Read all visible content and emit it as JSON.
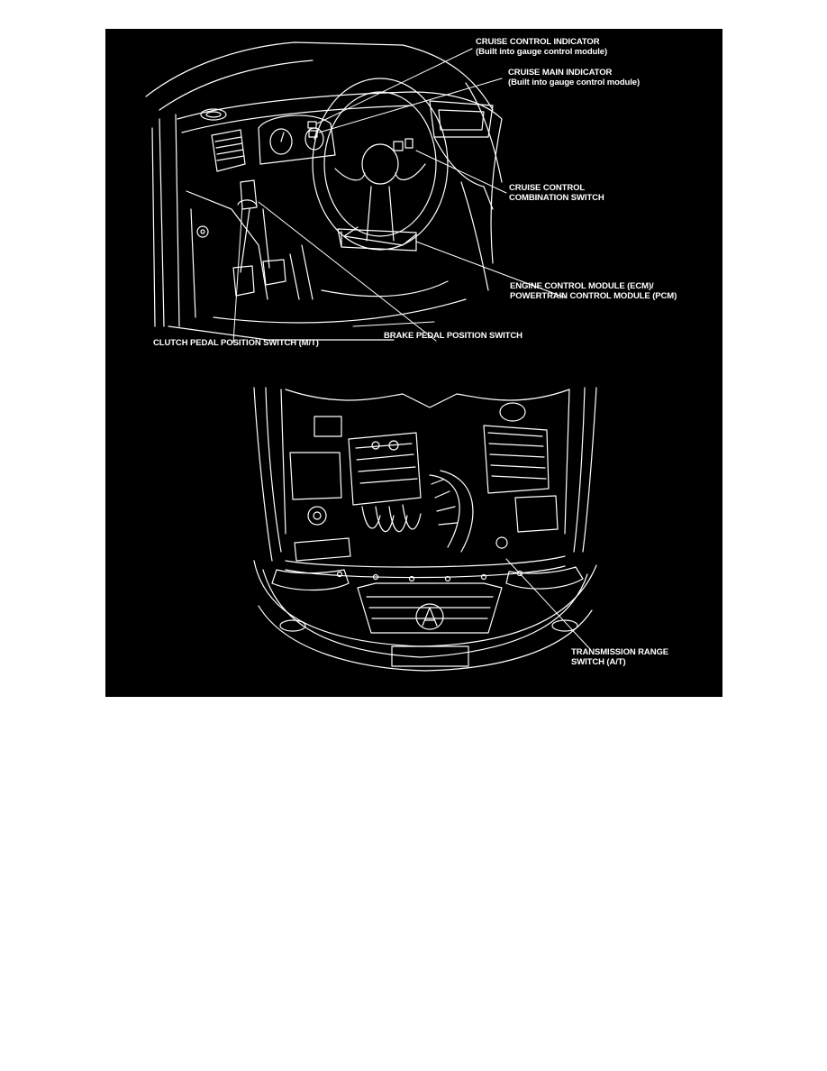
{
  "figure": {
    "background": "#000000",
    "line_color": "#ffffff",
    "interior_view": {
      "labels": {
        "cruise_control_indicator": {
          "line1": "CRUISE CONTROL INDICATOR",
          "line2": "(Built into gauge control module)"
        },
        "cruise_main_indicator": {
          "line1": "CRUISE MAIN INDICATOR",
          "line2": "(Built into gauge control module)"
        },
        "cruise_control_combination_switch": {
          "line1": "CRUISE CONTROL",
          "line2": "COMBINATION SWITCH"
        },
        "engine_control_module": {
          "line1": "ENGINE CONTROL MODULE (ECM)/",
          "line2": "POWERTRAIN CONTROL MODULE (PCM)"
        },
        "clutch_pedal_position_switch": "CLUTCH PEDAL POSITION SWITCH (M/T)",
        "brake_pedal_position_switch": "BRAKE PEDAL POSITION SWITCH"
      }
    },
    "engine_bay_view": {
      "labels": {
        "transmission_range_switch": {
          "line1": "TRANSMISSION RANGE",
          "line2": "SWITCH (A/T)"
        }
      }
    }
  }
}
